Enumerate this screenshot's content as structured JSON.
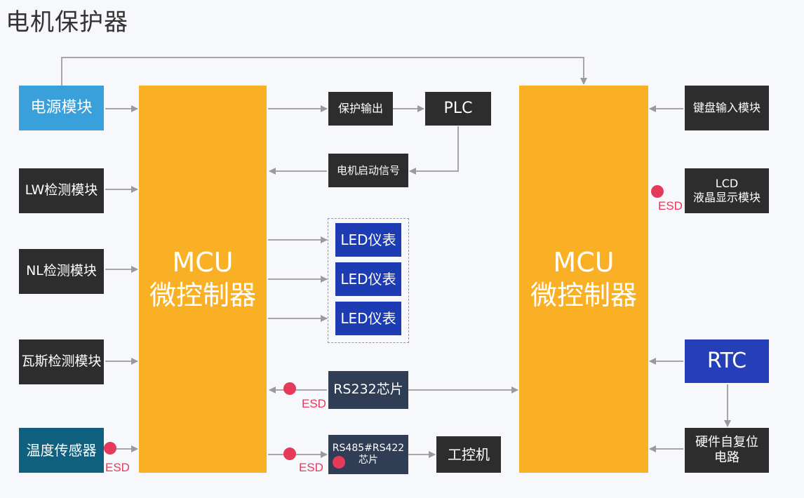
{
  "title": "电机保护器",
  "left_modules": [
    "电源模块",
    "LW检测模块",
    "NL检测模块",
    "瓦斯检测模块",
    "温度传感器"
  ],
  "mcu": {
    "line1": "MCU",
    "line2": "微控制器"
  },
  "middle": {
    "protect_output": "保护输出",
    "plc": "PLC",
    "motor_start": "电机启动信号",
    "led": [
      "LED仪表",
      "LED仪表",
      "LED仪表"
    ],
    "rs232": "RS232芯片",
    "rs485_line1": "RS485#RS422",
    "rs485_line2": "芯片",
    "ipc": "工控机"
  },
  "right_modules": {
    "keyboard": "键盘输入模块",
    "lcd_line1": "LCD",
    "lcd_line2": "液晶显示模块",
    "rtc": "RTC",
    "reset_line1": "硬件自复位",
    "reset_line2": "电路"
  },
  "esd_label": "ESD",
  "colors": {
    "mcu": "#f9b024",
    "esd": "#e63a5b",
    "power": "#3aa0dc",
    "led": "#1d3bb3"
  }
}
